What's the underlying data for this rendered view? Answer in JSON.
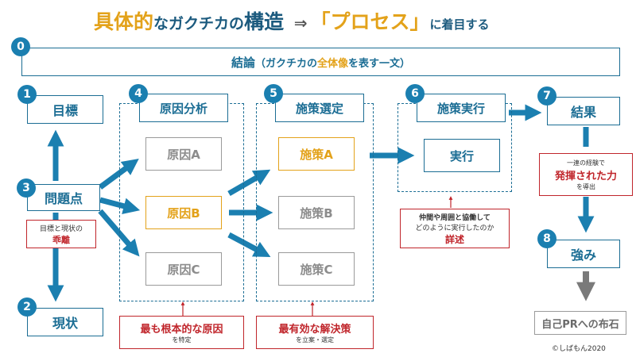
{
  "title": {
    "part1": "具体的",
    "part2": "なガクチカの",
    "part3": "構造",
    "arrow": "⇒",
    "part4": "「プロセス」",
    "part5": "に着目する"
  },
  "conclusion": {
    "num": "0",
    "label1": "結論",
    "label2": "（ガクチカの",
    "label3": "全体像",
    "label4": "を表す一文）"
  },
  "boxes": {
    "goal": {
      "num": "1",
      "label": "目標"
    },
    "current": {
      "num": "2",
      "label": "現状"
    },
    "problem": {
      "num": "3",
      "label": "問題点"
    },
    "analysis": {
      "num": "4",
      "label": "原因分析"
    },
    "selection": {
      "num": "5",
      "label": "施策選定"
    },
    "execution": {
      "num": "6",
      "label": "施策実行"
    },
    "result": {
      "num": "7",
      "label": "結果"
    },
    "strength": {
      "num": "8",
      "label": "強み"
    }
  },
  "causes": [
    "原因A",
    "原因B",
    "原因C"
  ],
  "measures": [
    "施策A",
    "施策B",
    "施策C"
  ],
  "execute_label": "実行",
  "gap_note": {
    "line1": "目標と現状の",
    "line2": "乖離"
  },
  "root_cause_note": {
    "line1": "最も根本的な原因",
    "line2": "を特定"
  },
  "best_solution_note": {
    "line1": "最有効な解決策",
    "line2": "を立案・選定"
  },
  "execution_note": {
    "line1": "仲間や周囲と協働して",
    "line2": "どのように実行したのか",
    "line3": "詳述"
  },
  "result_note": {
    "line1": "一連の経験で",
    "line2": "発揮された力",
    "line3": "を導出"
  },
  "pr_box": "自己PRへの布石",
  "credit": "©しばもん2020",
  "colors": {
    "blue": "#1b6d94",
    "orange": "#e3a21a",
    "red": "#c0252b",
    "grey": "#9a9a9a"
  }
}
